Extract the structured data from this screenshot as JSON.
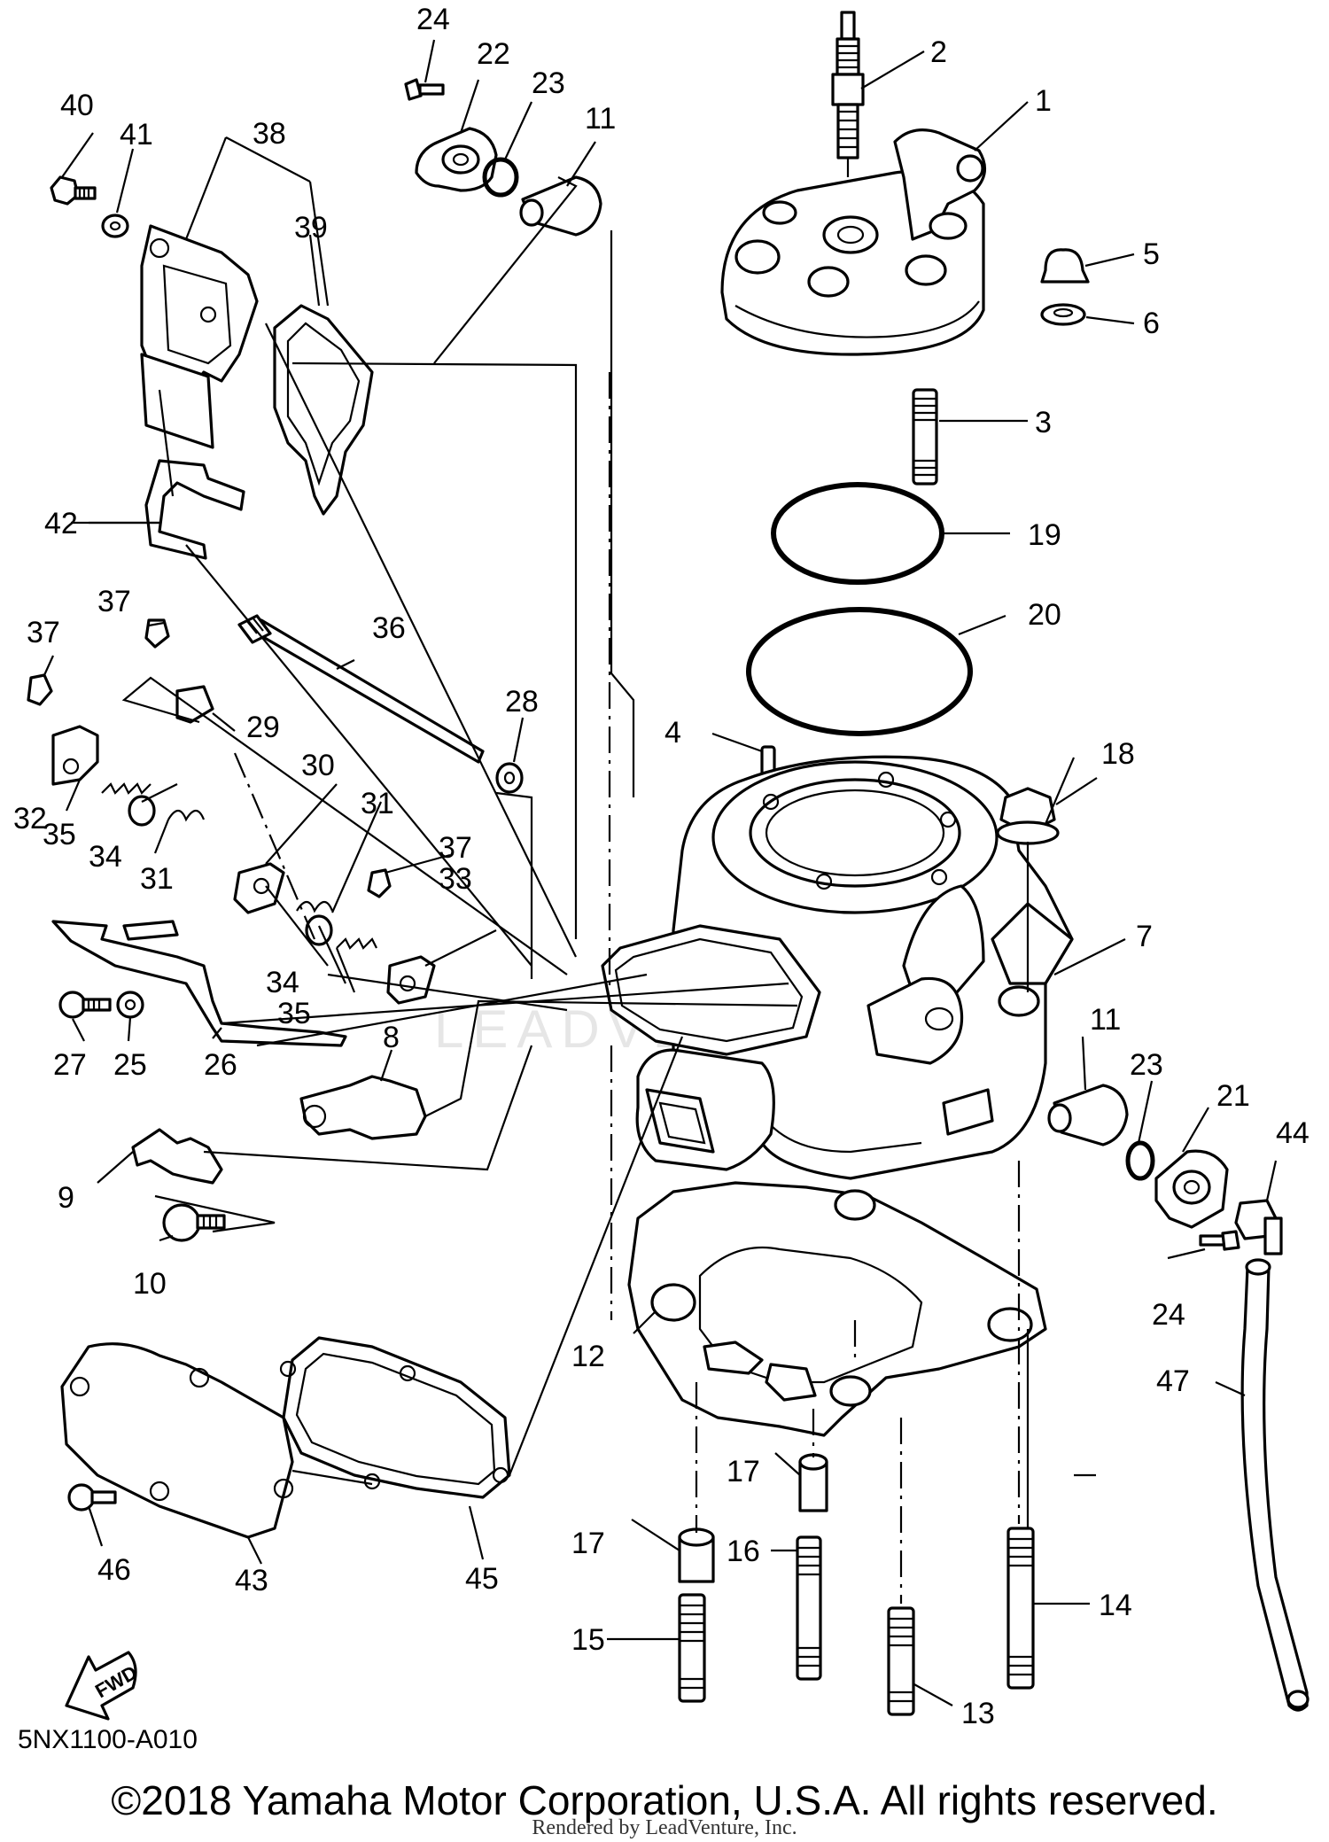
{
  "diagram": {
    "callouts": [
      "1",
      "2",
      "3",
      "4",
      "5",
      "6",
      "7",
      "8",
      "9",
      "10",
      "11",
      "12",
      "13",
      "14",
      "15",
      "16",
      "17",
      "18",
      "19",
      "20",
      "21",
      "22",
      "23",
      "24",
      "25",
      "26",
      "27",
      "28",
      "29",
      "30",
      "31",
      "32",
      "33",
      "34",
      "35",
      "36",
      "37",
      "38",
      "39",
      "40",
      "41",
      "42",
      "43",
      "44",
      "45",
      "46",
      "47"
    ],
    "fwd_label": "FWD",
    "watermark": "LEADVENTURE"
  },
  "footer": {
    "part_code": "5NX1100-A010",
    "copyright": "©2018 Yamaha Motor Corporation, U.S.A. All rights reserved.",
    "rendered_by": "Rendered by LeadVenture, Inc."
  }
}
